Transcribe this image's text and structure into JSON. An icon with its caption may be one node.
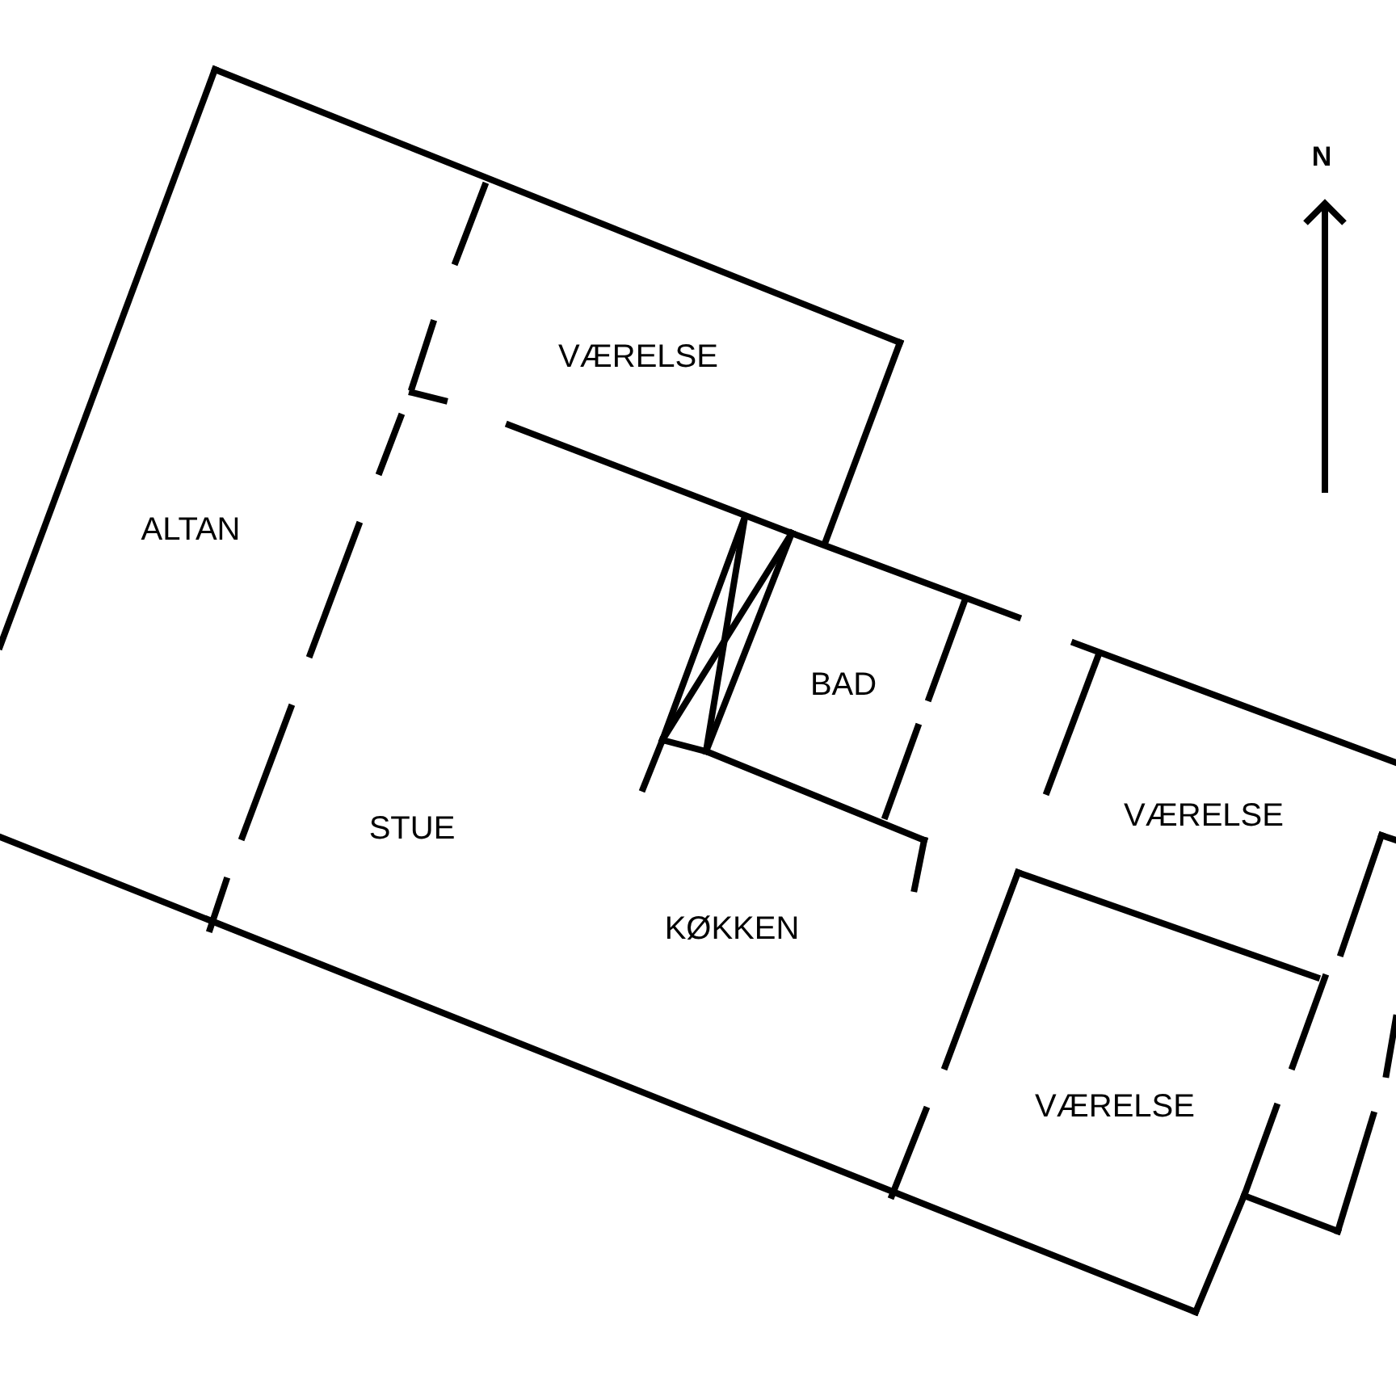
{
  "diagram": {
    "labels": [
      "N",
      "VÆRELSE",
      "ALTAN",
      "BAD",
      "VÆRELSE",
      "STUE",
      "KØKKEN",
      "VÆRELSE"
    ]
  }
}
